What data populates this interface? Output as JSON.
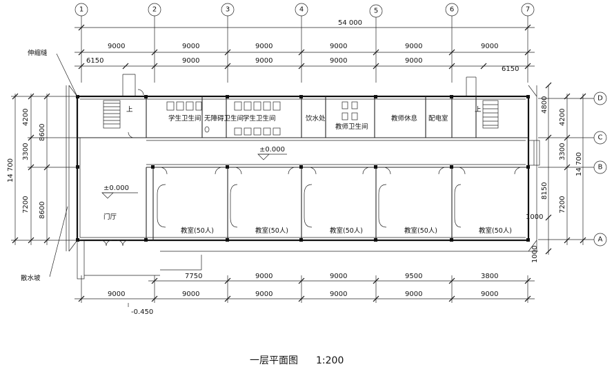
{
  "drawing_title": "一层平面图",
  "scale": "1:200",
  "axes_vertical": [
    "1",
    "2",
    "3",
    "4",
    "5",
    "6",
    "7"
  ],
  "axes_horizontal": [
    "D",
    "C",
    "B",
    "A"
  ],
  "dimensions": {
    "top_total": "54 000",
    "top_row1": [
      "9000",
      "9000",
      "9000",
      "9000",
      "9000",
      "9000"
    ],
    "top_row2_left": "6150",
    "top_row2_mid": [
      "9000",
      "9000",
      "9000",
      "9000"
    ],
    "top_row2_right": "6150",
    "bottom_row1": [
      "7750",
      "9000",
      "9000",
      "9500",
      "3800"
    ],
    "bottom_row2": [
      "9000",
      "9000",
      "9000",
      "9000",
      "9000",
      "9000"
    ],
    "left_total": "14 700",
    "left_inner": [
      "4200",
      "3300",
      "7200"
    ],
    "left_outer": [
      "8600",
      "8600"
    ],
    "right_total": "14 700",
    "right_inner": [
      "4200",
      "3300",
      "7200"
    ],
    "right_outer": [
      "4800",
      "8150"
    ],
    "right_small_1000_a": "1000",
    "right_small_1000_b": "1000"
  },
  "elevations": {
    "corridor": "±0.000",
    "lobby": "±0.000",
    "outside": "-0.450"
  },
  "labels": {
    "expansion_joint": "伸缩缝",
    "apron": "散水坡",
    "stair_up_left": "上",
    "stair_up_right": "上"
  },
  "rooms": {
    "student_wc_1": "学生卫生间",
    "accessible_wc": "无障碍卫生间",
    "student_wc_2": "学生卫生间",
    "water": "饮水处",
    "teacher_wc": "教师卫生间",
    "teacher_rest": "教师休息",
    "electric": "配电室",
    "lobby": "门厅",
    "classrooms": [
      "教室(50人)",
      "教室(50人)",
      "教室(50人)",
      "教室(50人)",
      "教室(50人)"
    ]
  }
}
